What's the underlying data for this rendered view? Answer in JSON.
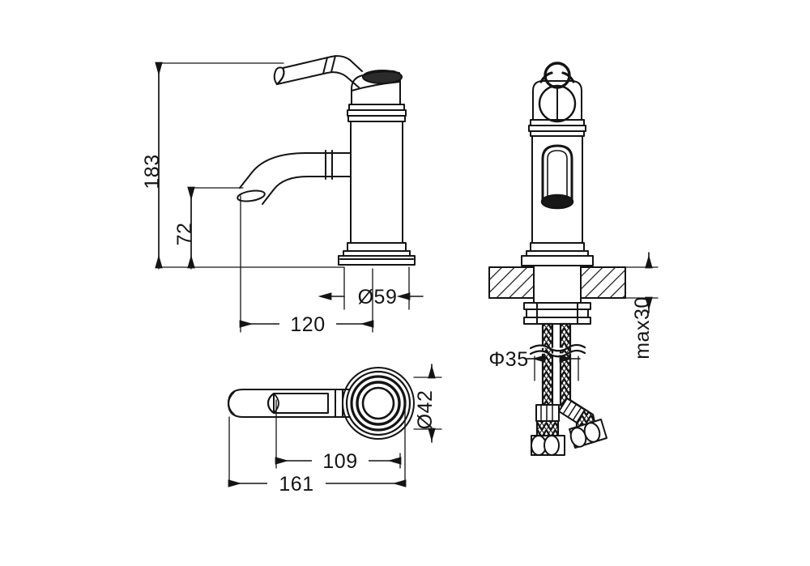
{
  "drawing": {
    "title": "Single-lever basin mixer tap dimensional drawing",
    "background_color": "#ffffff",
    "line_color": "#141414",
    "units": "mm"
  },
  "views": [
    {
      "name": "side-elevation-view",
      "description": "Side elevation of single-lever basin mixer with spout and lever handle"
    },
    {
      "name": "front-elevation-section-view",
      "description": "Front elevation showing countertop cross-section, shank, fixing nut and braided supply hoses"
    },
    {
      "name": "top-plan-view",
      "description": "Top plan view showing lever handle and circular base rosette"
    }
  ],
  "dimensions": {
    "height_overall": {
      "label": "183",
      "orientation": "vertical",
      "view": "side"
    },
    "spout_height": {
      "label": "72",
      "orientation": "vertical",
      "view": "side"
    },
    "base_diameter": {
      "label": "Ø59",
      "orientation": "horizontal",
      "view": "side"
    },
    "spout_reach": {
      "label": "120",
      "orientation": "horizontal",
      "view": "side"
    },
    "hose_diameter": {
      "label": "Φ35",
      "orientation": "horizontal",
      "view": "front"
    },
    "max_counter_thickness": {
      "label": "max30",
      "orientation": "vertical",
      "view": "front"
    },
    "rosette_diameter": {
      "label": "Ø42",
      "orientation": "vertical",
      "view": "plan"
    },
    "handle_to_center": {
      "label": "109",
      "orientation": "horizontal",
      "view": "plan"
    },
    "overall_length": {
      "label": "161",
      "orientation": "horizontal",
      "view": "plan"
    }
  }
}
